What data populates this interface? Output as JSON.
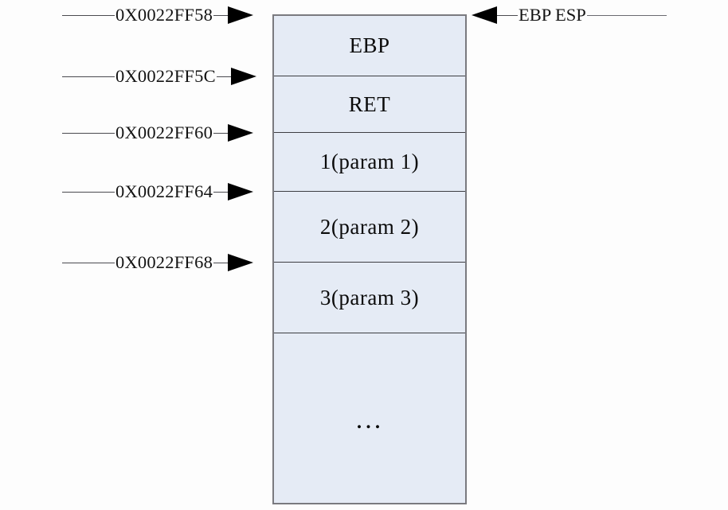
{
  "diagram": {
    "title_text": "",
    "colors": {
      "cell_fill": "#e5ebf5",
      "box_border": "#7a7a7f",
      "divider": "#3d3d42",
      "leader_line": "#4a4a4f",
      "arrow_fill": "#000000",
      "text": "#131313",
      "background": "#fdfdfd"
    },
    "stack_cells": [
      {
        "label": "EBP",
        "icon": ""
      },
      {
        "label": "RET",
        "icon": ""
      },
      {
        "label": "1(param 1)",
        "icon": ""
      },
      {
        "label": "2(param 2)",
        "icon": ""
      },
      {
        "label": "3(param 3)",
        "icon": ""
      },
      {
        "label": "...",
        "icon": "ellipsis-icon"
      }
    ],
    "address_labels": [
      {
        "text": "0X0022FF58",
        "arrow": "arrow-right-icon"
      },
      {
        "text": "0X0022FF5C",
        "arrow": "arrow-right-icon"
      },
      {
        "text": "0X0022FF60",
        "arrow": "arrow-right-icon"
      },
      {
        "text": "0X0022FF64",
        "arrow": "arrow-right-icon"
      },
      {
        "text": "0X0022FF68",
        "arrow": "arrow-right-icon"
      }
    ],
    "register_label": {
      "text": "EBP ESP",
      "arrow": "arrow-left-icon"
    }
  }
}
